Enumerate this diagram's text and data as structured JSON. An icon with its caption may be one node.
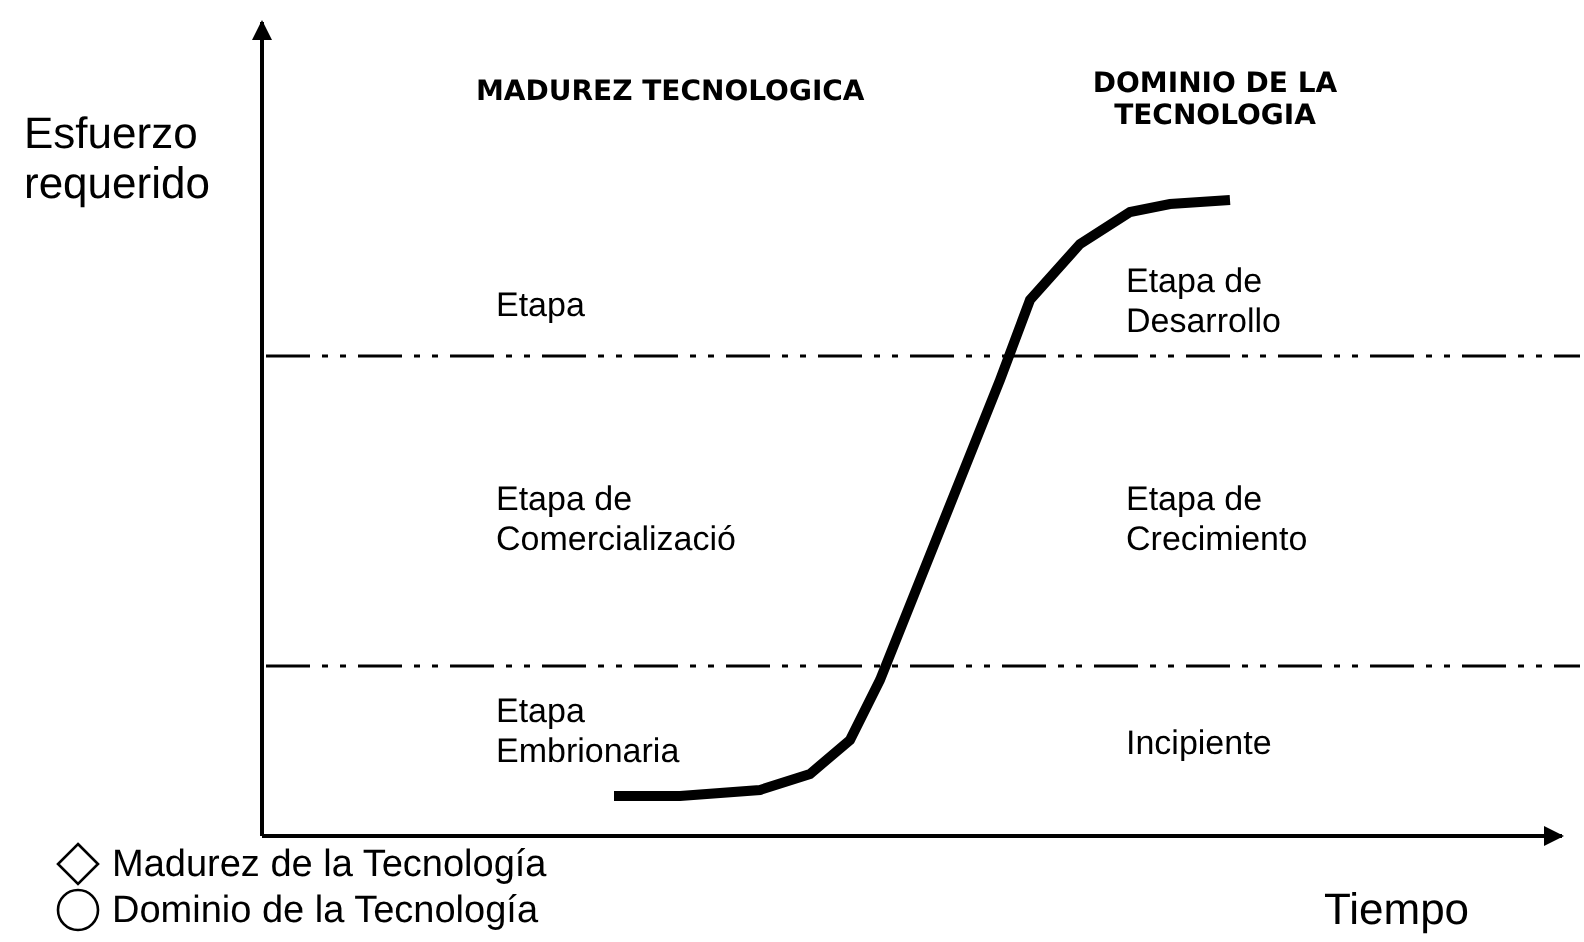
{
  "diagram": {
    "labels": [
      "Esfuerzo requerido",
      "MADUREZ TECNOLOGICA",
      "DOMINIO DE LA TECNOLOGIA",
      "Etapa",
      "Etapa de Desarrollo",
      "Etapa de Comercializació",
      "Etapa de Crecimiento",
      "Etapa Embrionaria",
      "Incipiente",
      "Tiempo"
    ],
    "legend": [
      {
        "text": "Madurez de la Tecnología"
      },
      {
        "text": "Dominio de la Tecnología"
      }
    ]
  }
}
